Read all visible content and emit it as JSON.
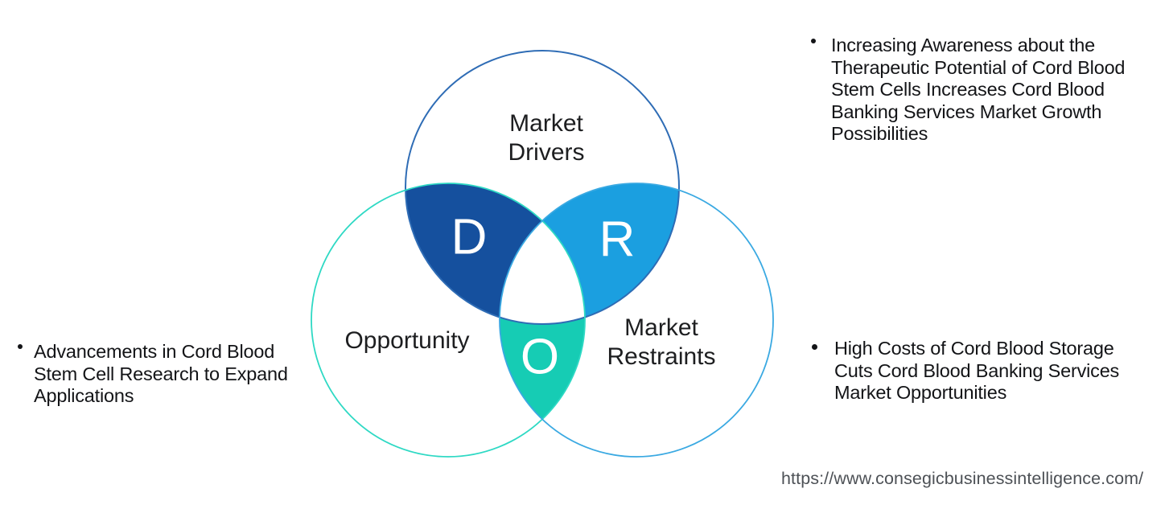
{
  "diagram": {
    "title_hint": "DRO venn diagram",
    "circles": {
      "drivers": {
        "label": "Market\nDrivers",
        "letter": "D",
        "overlap_fill": "#15509e",
        "stroke": "#2e6cb5"
      },
      "restraints": {
        "label": "Market\nRestraints",
        "letter": "R",
        "overlap_fill": "#1b9fe0",
        "stroke": "#3aa9e2"
      },
      "opportunity": {
        "label": "Opportunity",
        "letter": "O",
        "overlap_fill": "#16ccb4",
        "stroke": "#2ed9c4"
      }
    },
    "center_fill": "#ffffff",
    "letter_color": "#ffffff"
  },
  "bullets": {
    "drivers": "Increasing Awareness about the\nTherapeutic Potential of Cord Blood\nStem Cells Increases Cord Blood\nBanking Services Market Growth\nPossibilities",
    "opportunity": "Advancements in Cord Blood\nStem Cell Research to Expand\nApplications",
    "restraints": "High Costs of Cord Blood Storage\nCuts Cord Blood Banking Services\nMarket Opportunities"
  },
  "footer": {
    "url": "https://www.consegicbusinessintelligence.com/"
  }
}
